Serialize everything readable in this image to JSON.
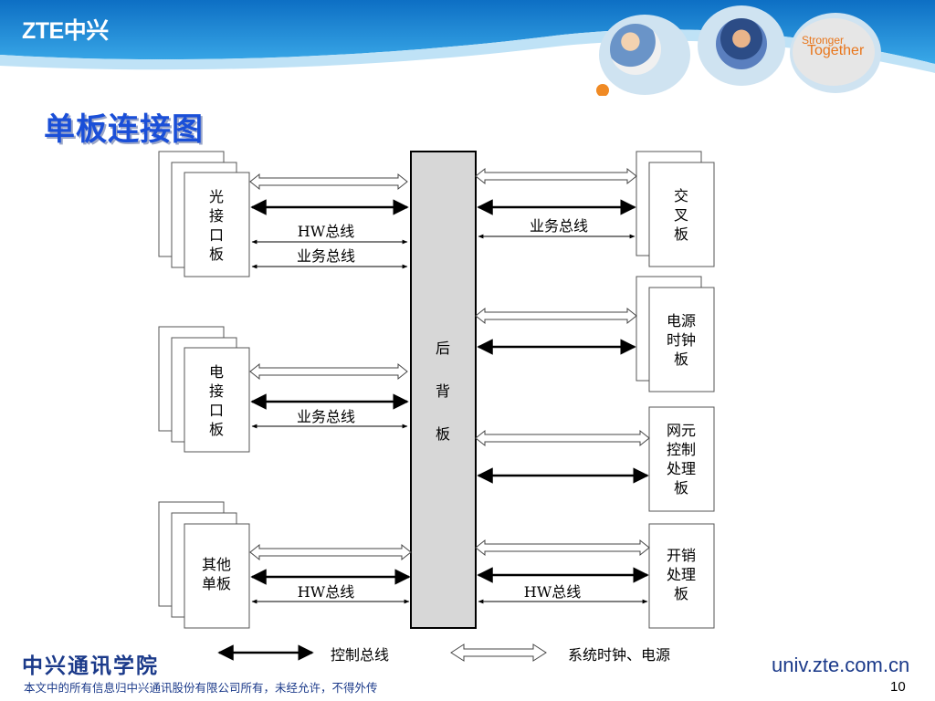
{
  "header": {
    "logo": "ZTE中兴",
    "slogan_line1": "Stronger",
    "slogan_line2": "Together"
  },
  "title": "单板连接图",
  "diagram": {
    "backplane": [
      "后",
      "背",
      "板"
    ],
    "left_boards": [
      [
        "光",
        "接",
        "口",
        "板"
      ],
      [
        "电",
        "接",
        "口",
        "板"
      ],
      [
        "其他",
        "单板"
      ]
    ],
    "right_boards": [
      [
        "交",
        "叉",
        "板"
      ],
      [
        "电源",
        "时钟",
        "板"
      ],
      [
        "网元",
        "控制",
        "处理",
        "板"
      ],
      [
        "开销",
        "处理",
        "板"
      ]
    ],
    "bus_labels": {
      "hw_bus_1": "HW总线",
      "service_bus_1": "业务总线",
      "service_bus_2": "业务总线",
      "service_bus_right": "业务总线",
      "hw_bus_other": "HW总线",
      "hw_bus_right": "HW总线"
    }
  },
  "legend": {
    "control_bus": "控制总线",
    "clock_power": "系统时钟、电源"
  },
  "footer": {
    "brand": "中兴通讯学院",
    "note": "本文中的所有信息归中兴通讯股份有限公司所有，未经允许，不得外传",
    "url": "univ.zte.com.cn",
    "page": "10"
  },
  "colors": {
    "header_blue": "#1a8fd8",
    "title_blue": "#1a4fd8",
    "footer_blue": "#1b3a8a",
    "accent_orange": "#e8761c"
  }
}
